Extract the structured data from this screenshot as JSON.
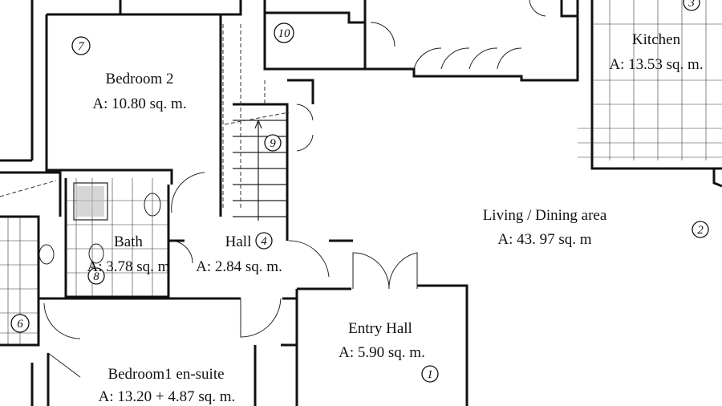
{
  "rooms": [
    {
      "id": "bedroom2",
      "name": "Bedroom 2",
      "area": "A: 10.80 sq. m.",
      "number": "7"
    },
    {
      "id": "kitchen",
      "name": "Kitchen",
      "area": "A: 13.53 sq. m.",
      "number": "3"
    },
    {
      "id": "living",
      "name": "Living / Dining area",
      "area": "A: 43. 97 sq. m",
      "number": "2"
    },
    {
      "id": "bath",
      "name": "Bath",
      "area": "A: 3.78 sq. m",
      "number": "8"
    },
    {
      "id": "hall",
      "name": "Hall",
      "area": "A: 2.84 sq. m.",
      "number": "4"
    },
    {
      "id": "entry",
      "name": "Entry Hall",
      "area": "A: 5.90 sq. m.",
      "number": "1"
    },
    {
      "id": "bedroom1",
      "name": "Bedroom1 en-suite",
      "area": "A: 13.20 + 4.87 sq. m.",
      "number": "6"
    }
  ],
  "extra_numbers": {
    "cupboard": "10",
    "stairs": "9"
  }
}
